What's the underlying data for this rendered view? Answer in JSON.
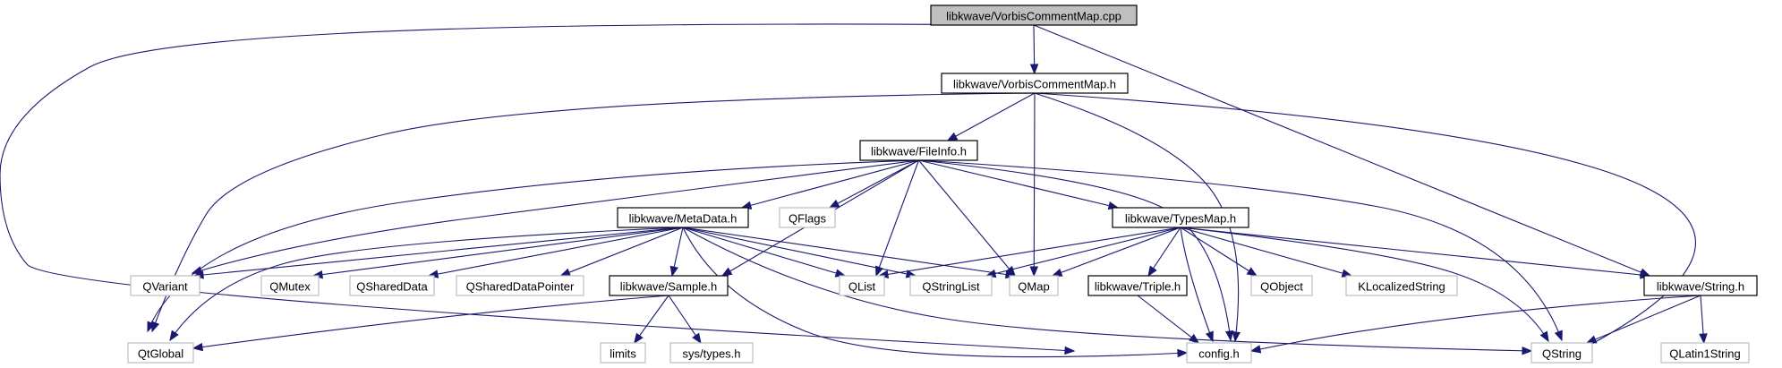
{
  "diagram": {
    "nodes": [
      {
        "id": "n0",
        "label": "libkwave/VorbisCommentMap.cpp",
        "kind": "root"
      },
      {
        "id": "n1",
        "label": "libkwave/VorbisCommentMap.h",
        "kind": "internal"
      },
      {
        "id": "n2",
        "label": "libkwave/FileInfo.h",
        "kind": "internal"
      },
      {
        "id": "n3",
        "label": "libkwave/MetaData.h",
        "kind": "internal"
      },
      {
        "id": "n4",
        "label": "libkwave/TypesMap.h",
        "kind": "internal"
      },
      {
        "id": "n5",
        "label": "libkwave/Sample.h",
        "kind": "internal"
      },
      {
        "id": "n6",
        "label": "libkwave/Triple.h",
        "kind": "internal"
      },
      {
        "id": "n7",
        "label": "libkwave/String.h",
        "kind": "internal"
      },
      {
        "id": "n8",
        "label": "QFlags",
        "kind": "external"
      },
      {
        "id": "n9",
        "label": "QVariant",
        "kind": "external"
      },
      {
        "id": "n10",
        "label": "QMutex",
        "kind": "external"
      },
      {
        "id": "n11",
        "label": "QSharedData",
        "kind": "external"
      },
      {
        "id": "n12",
        "label": "QSharedDataPointer",
        "kind": "external"
      },
      {
        "id": "n13",
        "label": "QList",
        "kind": "external"
      },
      {
        "id": "n14",
        "label": "QStringList",
        "kind": "external"
      },
      {
        "id": "n15",
        "label": "QMap",
        "kind": "external"
      },
      {
        "id": "n16",
        "label": "QObject",
        "kind": "external"
      },
      {
        "id": "n17",
        "label": "KLocalizedString",
        "kind": "external"
      },
      {
        "id": "n18",
        "label": "QtGlobal",
        "kind": "external"
      },
      {
        "id": "n19",
        "label": "limits",
        "kind": "external"
      },
      {
        "id": "n20",
        "label": "sys/types.h",
        "kind": "external"
      },
      {
        "id": "n21",
        "label": "config.h",
        "kind": "external"
      },
      {
        "id": "n22",
        "label": "QString",
        "kind": "external"
      },
      {
        "id": "n23",
        "label": "QLatin1String",
        "kind": "external"
      }
    ],
    "edges": [
      [
        "n0",
        "n1"
      ],
      [
        "n0",
        "n7"
      ],
      [
        "n0",
        "n21"
      ],
      [
        "n1",
        "n2"
      ],
      [
        "n1",
        "n15"
      ],
      [
        "n1",
        "n18"
      ],
      [
        "n1",
        "n21"
      ],
      [
        "n1",
        "n22"
      ],
      [
        "n2",
        "n3"
      ],
      [
        "n2",
        "n8"
      ],
      [
        "n2",
        "n4"
      ],
      [
        "n2",
        "n5"
      ],
      [
        "n2",
        "n9"
      ],
      [
        "n2",
        "n13"
      ],
      [
        "n2",
        "n15"
      ],
      [
        "n2",
        "n18"
      ],
      [
        "n2",
        "n21"
      ],
      [
        "n2",
        "n22"
      ],
      [
        "n3",
        "n9"
      ],
      [
        "n3",
        "n10"
      ],
      [
        "n3",
        "n11"
      ],
      [
        "n3",
        "n12"
      ],
      [
        "n3",
        "n5"
      ],
      [
        "n3",
        "n13"
      ],
      [
        "n3",
        "n14"
      ],
      [
        "n3",
        "n15"
      ],
      [
        "n3",
        "n18"
      ],
      [
        "n3",
        "n21"
      ],
      [
        "n3",
        "n22"
      ],
      [
        "n4",
        "n13"
      ],
      [
        "n4",
        "n14"
      ],
      [
        "n4",
        "n15"
      ],
      [
        "n4",
        "n6"
      ],
      [
        "n4",
        "n16"
      ],
      [
        "n4",
        "n17"
      ],
      [
        "n4",
        "n7"
      ],
      [
        "n4",
        "n21"
      ],
      [
        "n4",
        "n22"
      ],
      [
        "n5",
        "n18"
      ],
      [
        "n5",
        "n19"
      ],
      [
        "n5",
        "n20"
      ],
      [
        "n6",
        "n21"
      ],
      [
        "n7",
        "n21"
      ],
      [
        "n7",
        "n22"
      ],
      [
        "n7",
        "n23"
      ]
    ]
  }
}
